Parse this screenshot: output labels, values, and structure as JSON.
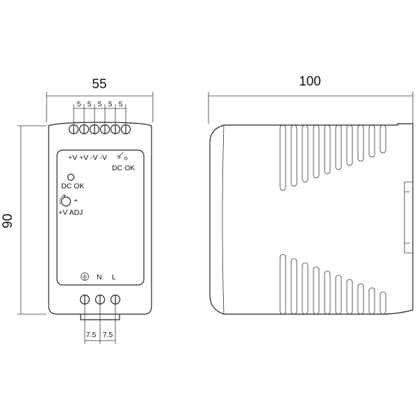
{
  "front_view": {
    "width_label": "55",
    "height_label": "90",
    "top_pitch_labels": [
      "5",
      "5",
      "5",
      "5",
      "5"
    ],
    "output_terminals_label": "+V +V -V -V",
    "dc_ok_relay_label": "DC OK",
    "dc_ok_led_label": "DC OK",
    "adj_plus_label": "+",
    "adj_label": "+V ADJ",
    "neutral_label": "N",
    "line_label": "L",
    "bottom_pitch_labels": [
      "7.5",
      "7.5"
    ]
  },
  "side_view": {
    "depth_label": "100"
  }
}
